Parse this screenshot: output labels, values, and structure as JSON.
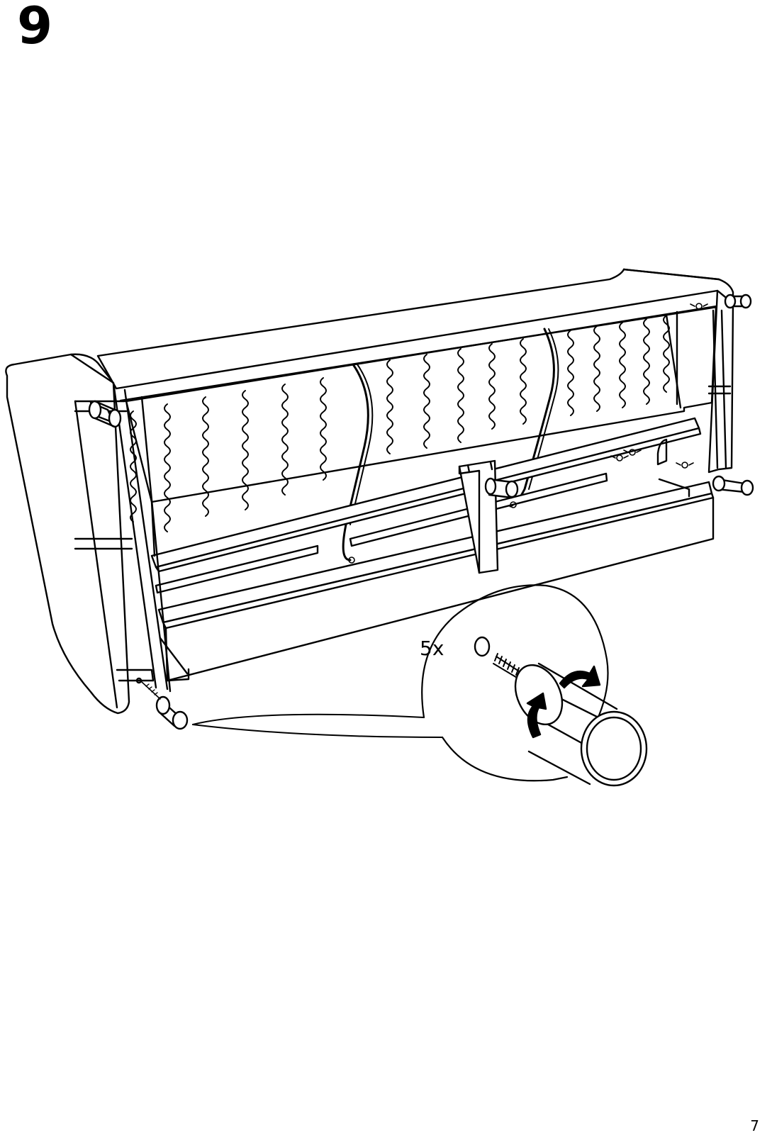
{
  "step": {
    "number": "9"
  },
  "callout": {
    "quantity": "5x"
  },
  "page": {
    "number": "7"
  },
  "icons": {
    "sofa": "sofa-frame-illustration",
    "leg": "leg-icon",
    "rotation": "clockwise-arrow-icon",
    "screw": "threaded-bolt-icon"
  }
}
